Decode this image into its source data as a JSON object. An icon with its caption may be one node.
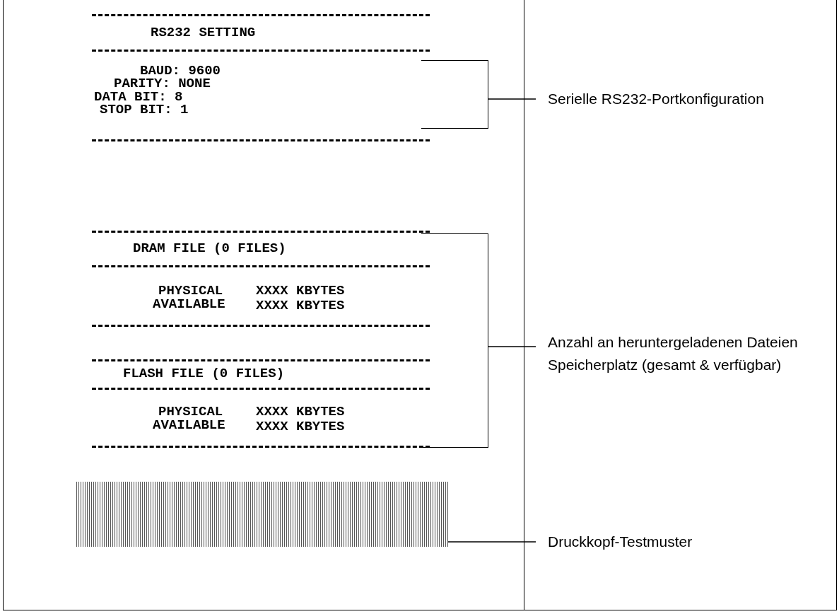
{
  "diagram": {
    "nodes": [
      {
        "text": [
          "Serielle RS232-Portkonfiguration"
        ]
      },
      {
        "text": [
          "Anzahl an heruntergeladenen Dateien",
          "Speicherplatz (gesamt & verfügbar)"
        ]
      },
      {
        "text": [
          "Druckkopf-Testmuster"
        ]
      },
      {
        "text": [],
        "shape": "bracket"
      },
      {
        "text": [],
        "shape": "bracket"
      },
      {
        "text": [],
        "shape": "picture"
      }
    ],
    "edges": [
      {
        "from": 0,
        "to": 3,
        "arrow": "none"
      },
      {
        "from": 1,
        "to": 4,
        "arrow": "none"
      },
      {
        "from": 2,
        "to": 5,
        "arrow": "none"
      }
    ],
    "labels": [
      "RS232 SETTING",
      "BAUD: 9600",
      "PARITY: NONE",
      "DATA BIT: 8",
      "STOP BIT: 1",
      "DRAM FILE (0 FILES)",
      "PHYSICAL",
      "XXXX KBYTES",
      "AVAILABLE",
      "XXXX KBYTES",
      "FLASH FILE (0 FILES)",
      "PHYSICAL",
      "XXXX KBYTES",
      "AVAILABLE",
      "XXXX KBYTES"
    ]
  }
}
